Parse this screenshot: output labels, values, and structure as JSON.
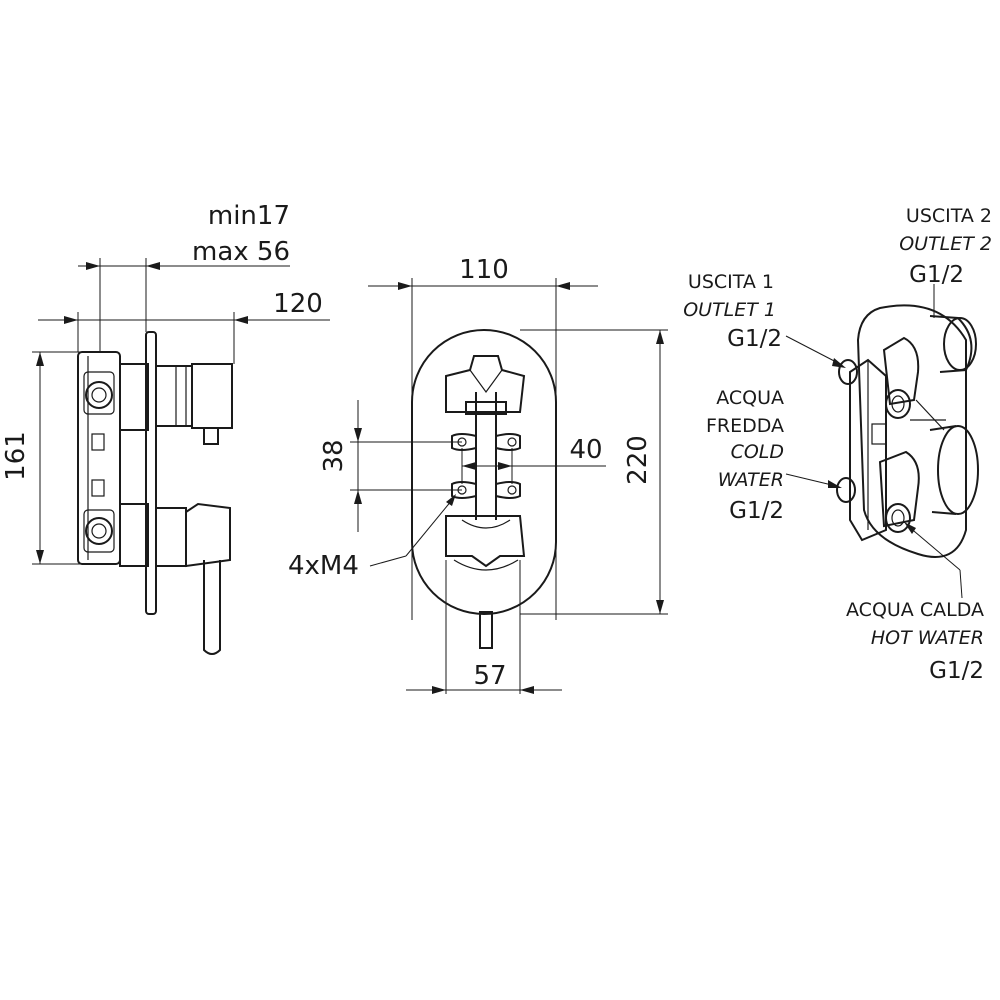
{
  "side_view": {
    "dim_depth_min": "min17",
    "dim_depth_max": "max 56",
    "dim_total": "120",
    "dim_height": "161"
  },
  "front_view": {
    "dim_width": "110",
    "dim_height": "220",
    "dim_hole_v": "38",
    "dim_hole_h": "40",
    "dim_bottom": "57",
    "screws": "4xM4"
  },
  "iso_view": {
    "outlet2": {
      "it": "USCITA 2",
      "en": "OUTLET 2",
      "thread": "G1/2"
    },
    "outlet1": {
      "it": "USCITA 1",
      "en": "OUTLET 1",
      "thread": "G1/2"
    },
    "cold": {
      "it1": "ACQUA",
      "it2": "FREDDA",
      "en1": "COLD",
      "en2": "WATER",
      "thread": "G1/2"
    },
    "hot": {
      "it": "ACQUA CALDA",
      "en": "HOT WATER",
      "thread": "G1/2"
    }
  }
}
